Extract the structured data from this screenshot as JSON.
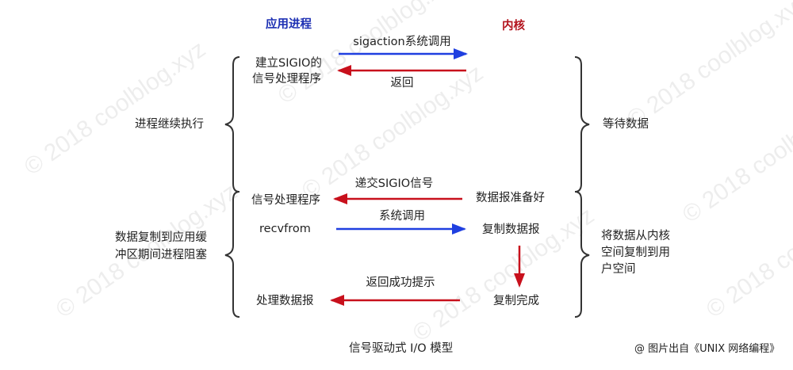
{
  "headers": {
    "app": "应用进程",
    "kernel": "内核"
  },
  "phase1": {
    "call_label": "sigaction系统调用",
    "return_label": "返回",
    "app_action_line1": "建立SIGIO的",
    "app_action_line2": "信号处理程序",
    "app_state": "进程继续执行",
    "kernel_state": "等待数据"
  },
  "phase2": {
    "signal_label": "递交SIGIO信号",
    "app_handler": "信号处理程序",
    "kernel_ready": "数据报准备好",
    "recvfrom": "recvfrom",
    "syscall_label": "系统调用",
    "kernel_copy": "复制数据报",
    "kernel_done": "复制完成",
    "return_label": "返回成功提示",
    "app_process": "处理数据报",
    "app_state_line1": "数据复制到应用缓",
    "app_state_line2": "冲区期间进程阻塞",
    "kernel_state_line1": "将数据从内核",
    "kernel_state_line2": "空间复制到用",
    "kernel_state_line3": "户空间"
  },
  "caption": "信号驱动式 I/O 模型",
  "credit": "@ 图片出自《UNIX 网络编程》",
  "watermark": "© 2018 coolblog.xyz",
  "colors": {
    "blue": "#1f3fe0",
    "red": "#c8101c",
    "app_header": "#1c2fb3",
    "kernel_header": "#b3141e"
  }
}
